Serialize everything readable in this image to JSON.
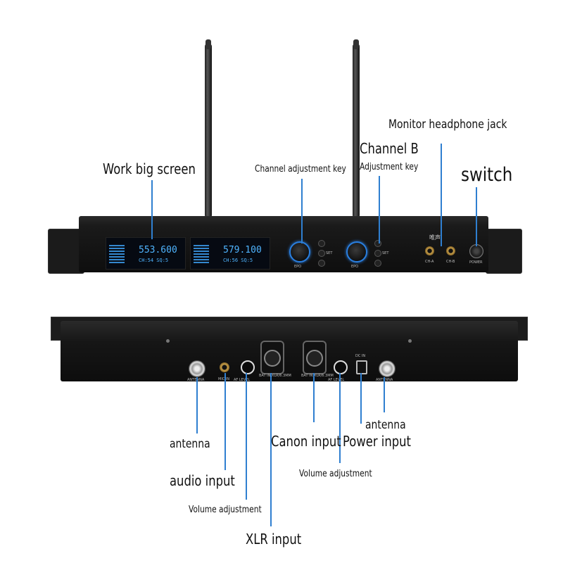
{
  "labels": {
    "work_big_screen": "Work big screen",
    "channel_adjustment_key": "Channel adjustment key",
    "channel_b": "Channel B",
    "adjustment_key": "Adjustment key",
    "monitor_headphone_jack": "Monitor headphone jack",
    "switch": "switch",
    "antenna_left": "antenna",
    "antenna_right": "antenna",
    "canon_input": "Canon input",
    "power_input": "Power input",
    "audio_input": "audio input",
    "volume_adjustment_left": "Volume adjustment",
    "volume_adjustment_right": "Volume adjustment",
    "xlr_input": "XLR input"
  },
  "front_panel": {
    "display_a_freq": "553.600",
    "display_a_sub": "CH:54 SQ:5",
    "display_b_freq": "579.100",
    "display_b_sub": "CH:56 SQ:5",
    "knob_a_label": "EPO",
    "knob_b_label": "EPO",
    "set_label_a": "SET",
    "set_label_b": "SET",
    "ch_a_label": "CH-A",
    "ch_b_label": "CH-B",
    "power_label": "POWER",
    "brand": "唯声"
  },
  "rear_panel": {
    "antenna_left_label": "ANTENNA",
    "mic_in_label": "MIC IN",
    "af_level_left_label": "AF LEVEL",
    "xlr_a_label": "BAT IN XLR/6.3MM",
    "xlr_b_label": "BAT IN XLR/6.3MM",
    "af_level_right_label": "AF LEVEL",
    "dc_in_label": "DC IN",
    "antenna_right_label": "ANTENNA"
  },
  "colors": {
    "accent_blue": "#2f7fd0",
    "lcd_blue": "#4fb4ff",
    "chassis": "#161616"
  }
}
